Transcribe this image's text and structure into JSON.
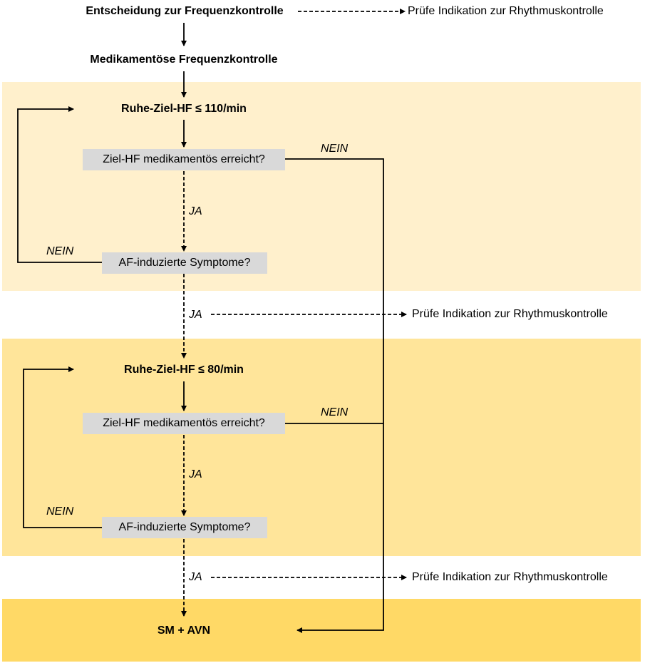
{
  "colors": {
    "band_level1": "#fff0cc",
    "band_level2": "#ffe59a",
    "band_final": "#ffd966",
    "decision_box": "#d9d9d9",
    "line": "#000000"
  },
  "nodes": {
    "decision_start": "Entscheidung zur Frequenzkontrolle",
    "check_rhythm_top": "Prüfe Indikation zur Rhythmuskontrolle",
    "medication_rate_control": "Medikamentöse Frequenzkontrolle",
    "target_hr_110": "Ruhe-Ziel-HF ≤ 110/min",
    "q_target_reached_1": "Ziel-HF medikamentös erreicht?",
    "q_af_symptoms_1": "AF-induzierte Symptome?",
    "check_rhythm_mid": "Prüfe Indikation zur Rhythmuskontrolle",
    "target_hr_80": "Ruhe-Ziel-HF ≤ 80/min",
    "q_target_reached_2": "Ziel-HF medikamentös erreicht?",
    "q_af_symptoms_2": "AF-induzierte Symptome?",
    "check_rhythm_bottom": "Prüfe Indikation zur Rhythmuskontrolle",
    "final": "SM + AVN"
  },
  "edge_labels": {
    "nein_reached_1": "NEIN",
    "ja_reached_1": "JA",
    "nein_symptoms_1": "NEIN",
    "ja_symptoms_1": "JA",
    "nein_reached_2": "NEIN",
    "ja_reached_2": "JA",
    "nein_symptoms_2": "NEIN",
    "ja_symptoms_2": "JA"
  }
}
